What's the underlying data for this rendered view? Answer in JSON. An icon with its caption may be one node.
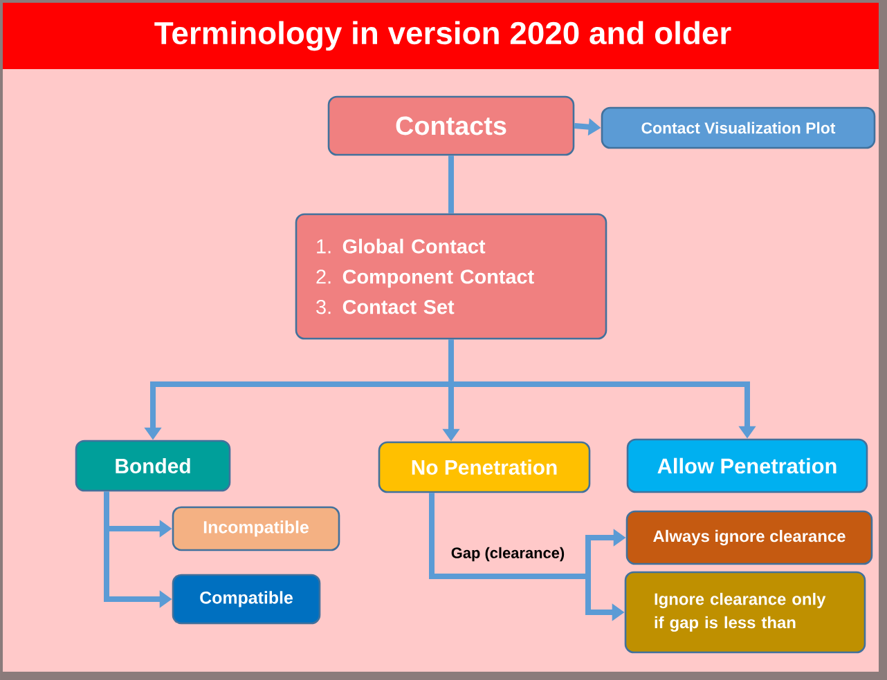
{
  "diagram": {
    "title": "Terminology in version 2020 and older",
    "nodes": [
      {
        "text": [
          "Contacts"
        ]
      },
      {
        "text": [
          "Contact Visualization Plot"
        ]
      },
      {
        "text": [
          "1. **Global Contact**",
          "2. **Component Contact**",
          "3. **Contact Set**"
        ]
      },
      {
        "text": [
          "Bonded"
        ]
      },
      {
        "text": [
          "No Penetration"
        ]
      },
      {
        "text": [
          "Allow Penetration"
        ]
      },
      {
        "text": [
          "Incompatible"
        ]
      },
      {
        "text": [
          "Compatible"
        ]
      },
      {
        "text": [
          "Always ignore clearance"
        ]
      },
      {
        "text": [
          "Ignore clearance only if gap is less than"
        ]
      }
    ],
    "edges": [
      {
        "from": 0,
        "to": 1,
        "arrow": "to"
      },
      {
        "from": 0,
        "to": 2,
        "arrow": "none"
      },
      {
        "from": 2,
        "to": 3,
        "arrow": "to"
      },
      {
        "from": 2,
        "to": 4,
        "arrow": "to"
      },
      {
        "from": 2,
        "to": 5,
        "arrow": "to"
      },
      {
        "from": 3,
        "to": 6,
        "arrow": "to"
      },
      {
        "from": 3,
        "to": 7,
        "arrow": "to"
      },
      {
        "from": 4,
        "to": 8,
        "arrow": "to",
        "label": "Gap (clearance)"
      },
      {
        "from": 4,
        "to": 9,
        "arrow": "to"
      }
    ]
  }
}
